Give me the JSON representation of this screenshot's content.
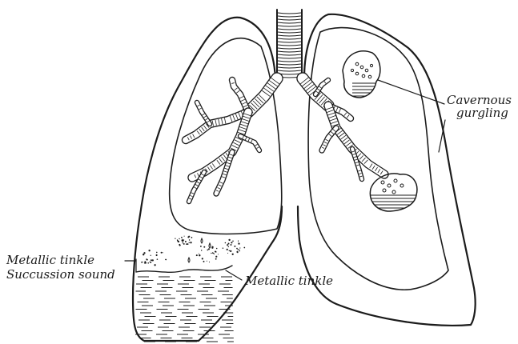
{
  "figure": {
    "labels": {
      "cavernous_line1": "Cavernous",
      "cavernous_line2": "gurgling",
      "left_line1": "Metallic tinkle",
      "left_line2": "Succussion sound",
      "center": "Metallic tinkle"
    },
    "colors": {
      "ink": "#1b1b1b",
      "paper": "#ffffff"
    }
  }
}
